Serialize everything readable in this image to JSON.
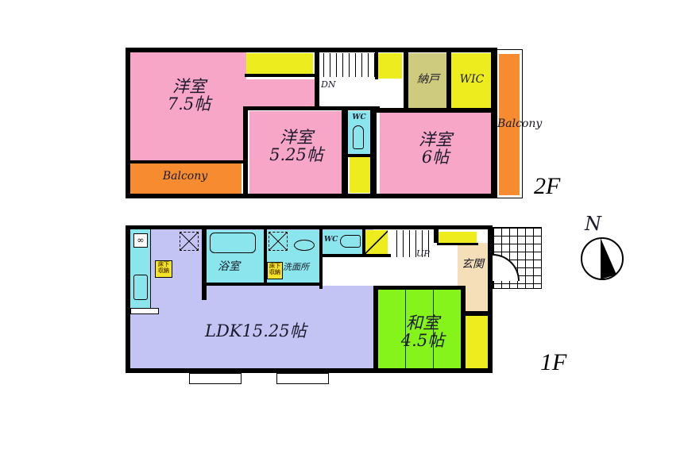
{
  "colors": {
    "western_room": "#f7a6c8",
    "balcony": "#f68c2f",
    "storage_yellow": "#ecec1e",
    "nando": "#cfcb7e",
    "wet_area": "#8ae6ec",
    "ldk": "#c4c4f4",
    "washitsu": "#84f41a",
    "genkan": "#f5dfb8",
    "wall": "#000000"
  },
  "floor2": {
    "floor_label": "2F",
    "rooms": [
      {
        "id": "western-1",
        "name": "洋室",
        "size": "7.5帖"
      },
      {
        "id": "western-2",
        "name": "洋室",
        "size": "5.25帖"
      },
      {
        "id": "western-3",
        "name": "洋室",
        "size": "6帖"
      },
      {
        "id": "nando",
        "name": "納戸"
      },
      {
        "id": "wic",
        "name": "WIC"
      },
      {
        "id": "wc",
        "name": "WC"
      },
      {
        "id": "balcony-south",
        "name": "Balcony"
      },
      {
        "id": "balcony-east",
        "name": "Balcony"
      }
    ],
    "stair_label": "DN"
  },
  "floor1": {
    "floor_label": "1F",
    "rooms": [
      {
        "id": "ldk",
        "name": "LDK15.25帖"
      },
      {
        "id": "washitsu",
        "name": "和室",
        "size": "4.5帖"
      },
      {
        "id": "bath",
        "name": "浴室"
      },
      {
        "id": "washroom",
        "name": "洗面所"
      },
      {
        "id": "wc",
        "name": "WC"
      },
      {
        "id": "genkan",
        "name": "玄関"
      }
    ],
    "stair_label": "UP",
    "underfloor_tag": "床下\n収納"
  },
  "compass": {
    "label": "N"
  }
}
